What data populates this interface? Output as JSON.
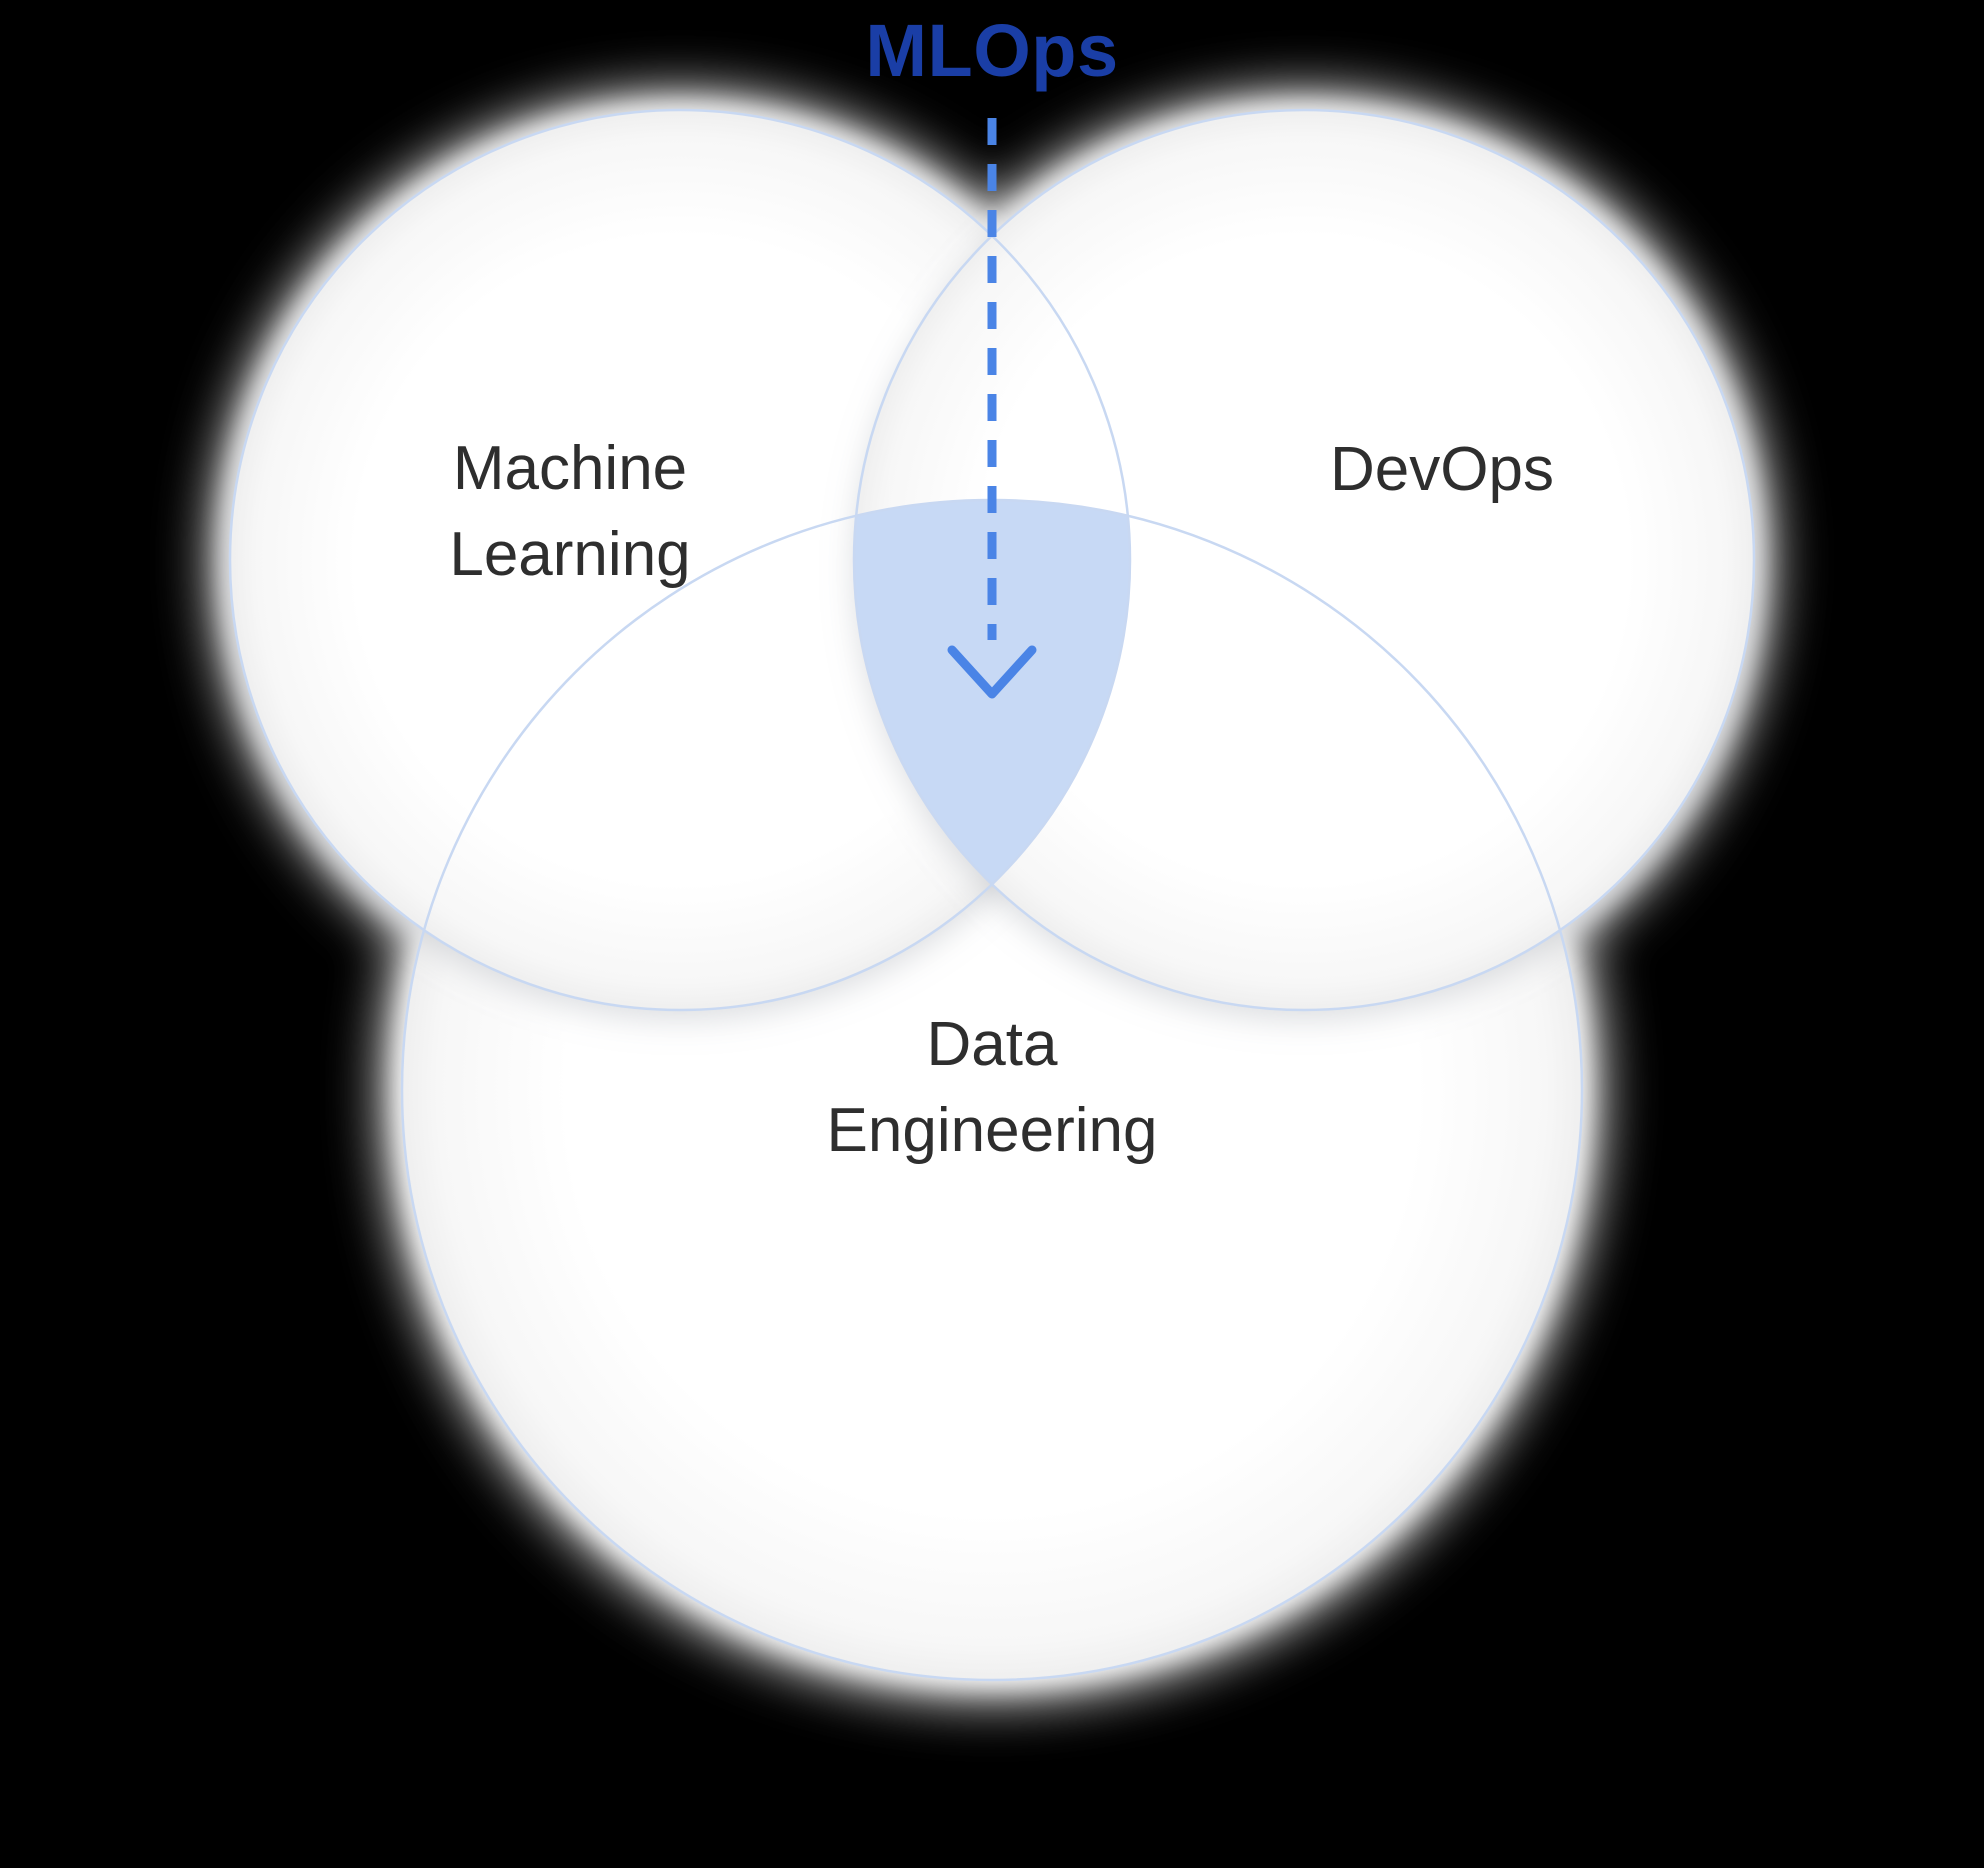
{
  "title": {
    "text": "MLOps"
  },
  "colors": {
    "background": "#000000",
    "title": "#1a3ea6",
    "label_text": "#2e2e2e",
    "arrow": "#4a84e6",
    "intersection_fill": "#c4d7f4",
    "circle_stroke": "#c8d8f2",
    "circle_fill": "#ffffff",
    "glow": "#d2d2d2"
  },
  "venn": {
    "type": "venn-3-circle",
    "sets": [
      {
        "id": "machine-learning",
        "label_lines": [
          "Machine",
          "Learning"
        ],
        "position": "top-left"
      },
      {
        "id": "devops",
        "label_lines": [
          "DevOps"
        ],
        "position": "top-right"
      },
      {
        "id": "data-engineering",
        "label_lines": [
          "Data",
          "Engineering"
        ],
        "position": "bottom-center"
      }
    ],
    "intersection": {
      "sets": [
        "machine-learning",
        "devops",
        "data-engineering"
      ],
      "highlighted": true
    },
    "arrow": {
      "style": "dashed",
      "direction": "down",
      "from": "title",
      "to": "center-intersection"
    }
  }
}
